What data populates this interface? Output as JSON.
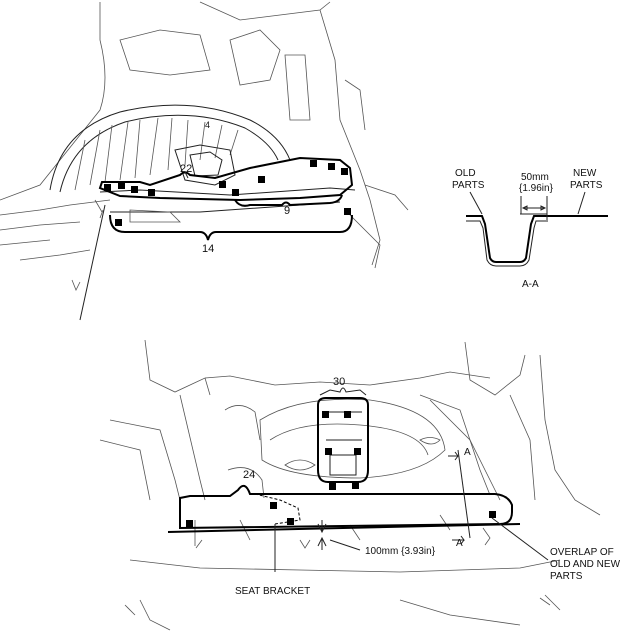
{
  "labels": {
    "n22": "22",
    "n4": "4",
    "n9": "9",
    "n14": "14",
    "n30": "30",
    "n24": "24",
    "old_parts_1": "OLD",
    "old_parts_2": "PARTS",
    "new_parts_1": "NEW",
    "new_parts_2": "PARTS",
    "dim_mm": "50mm",
    "dim_in": "{1.96in}",
    "section": "A-A",
    "a_top": "A",
    "a_bottom": "A",
    "dim_100": "100mm {3.93in}",
    "seat_bracket": "SEAT BRACKET",
    "overlap_1": "OVERLAP OF",
    "overlap_2": "OLD AND NEW",
    "overlap_3": "PARTS"
  },
  "colors": {
    "line": "#000000",
    "background": "#ffffff"
  }
}
